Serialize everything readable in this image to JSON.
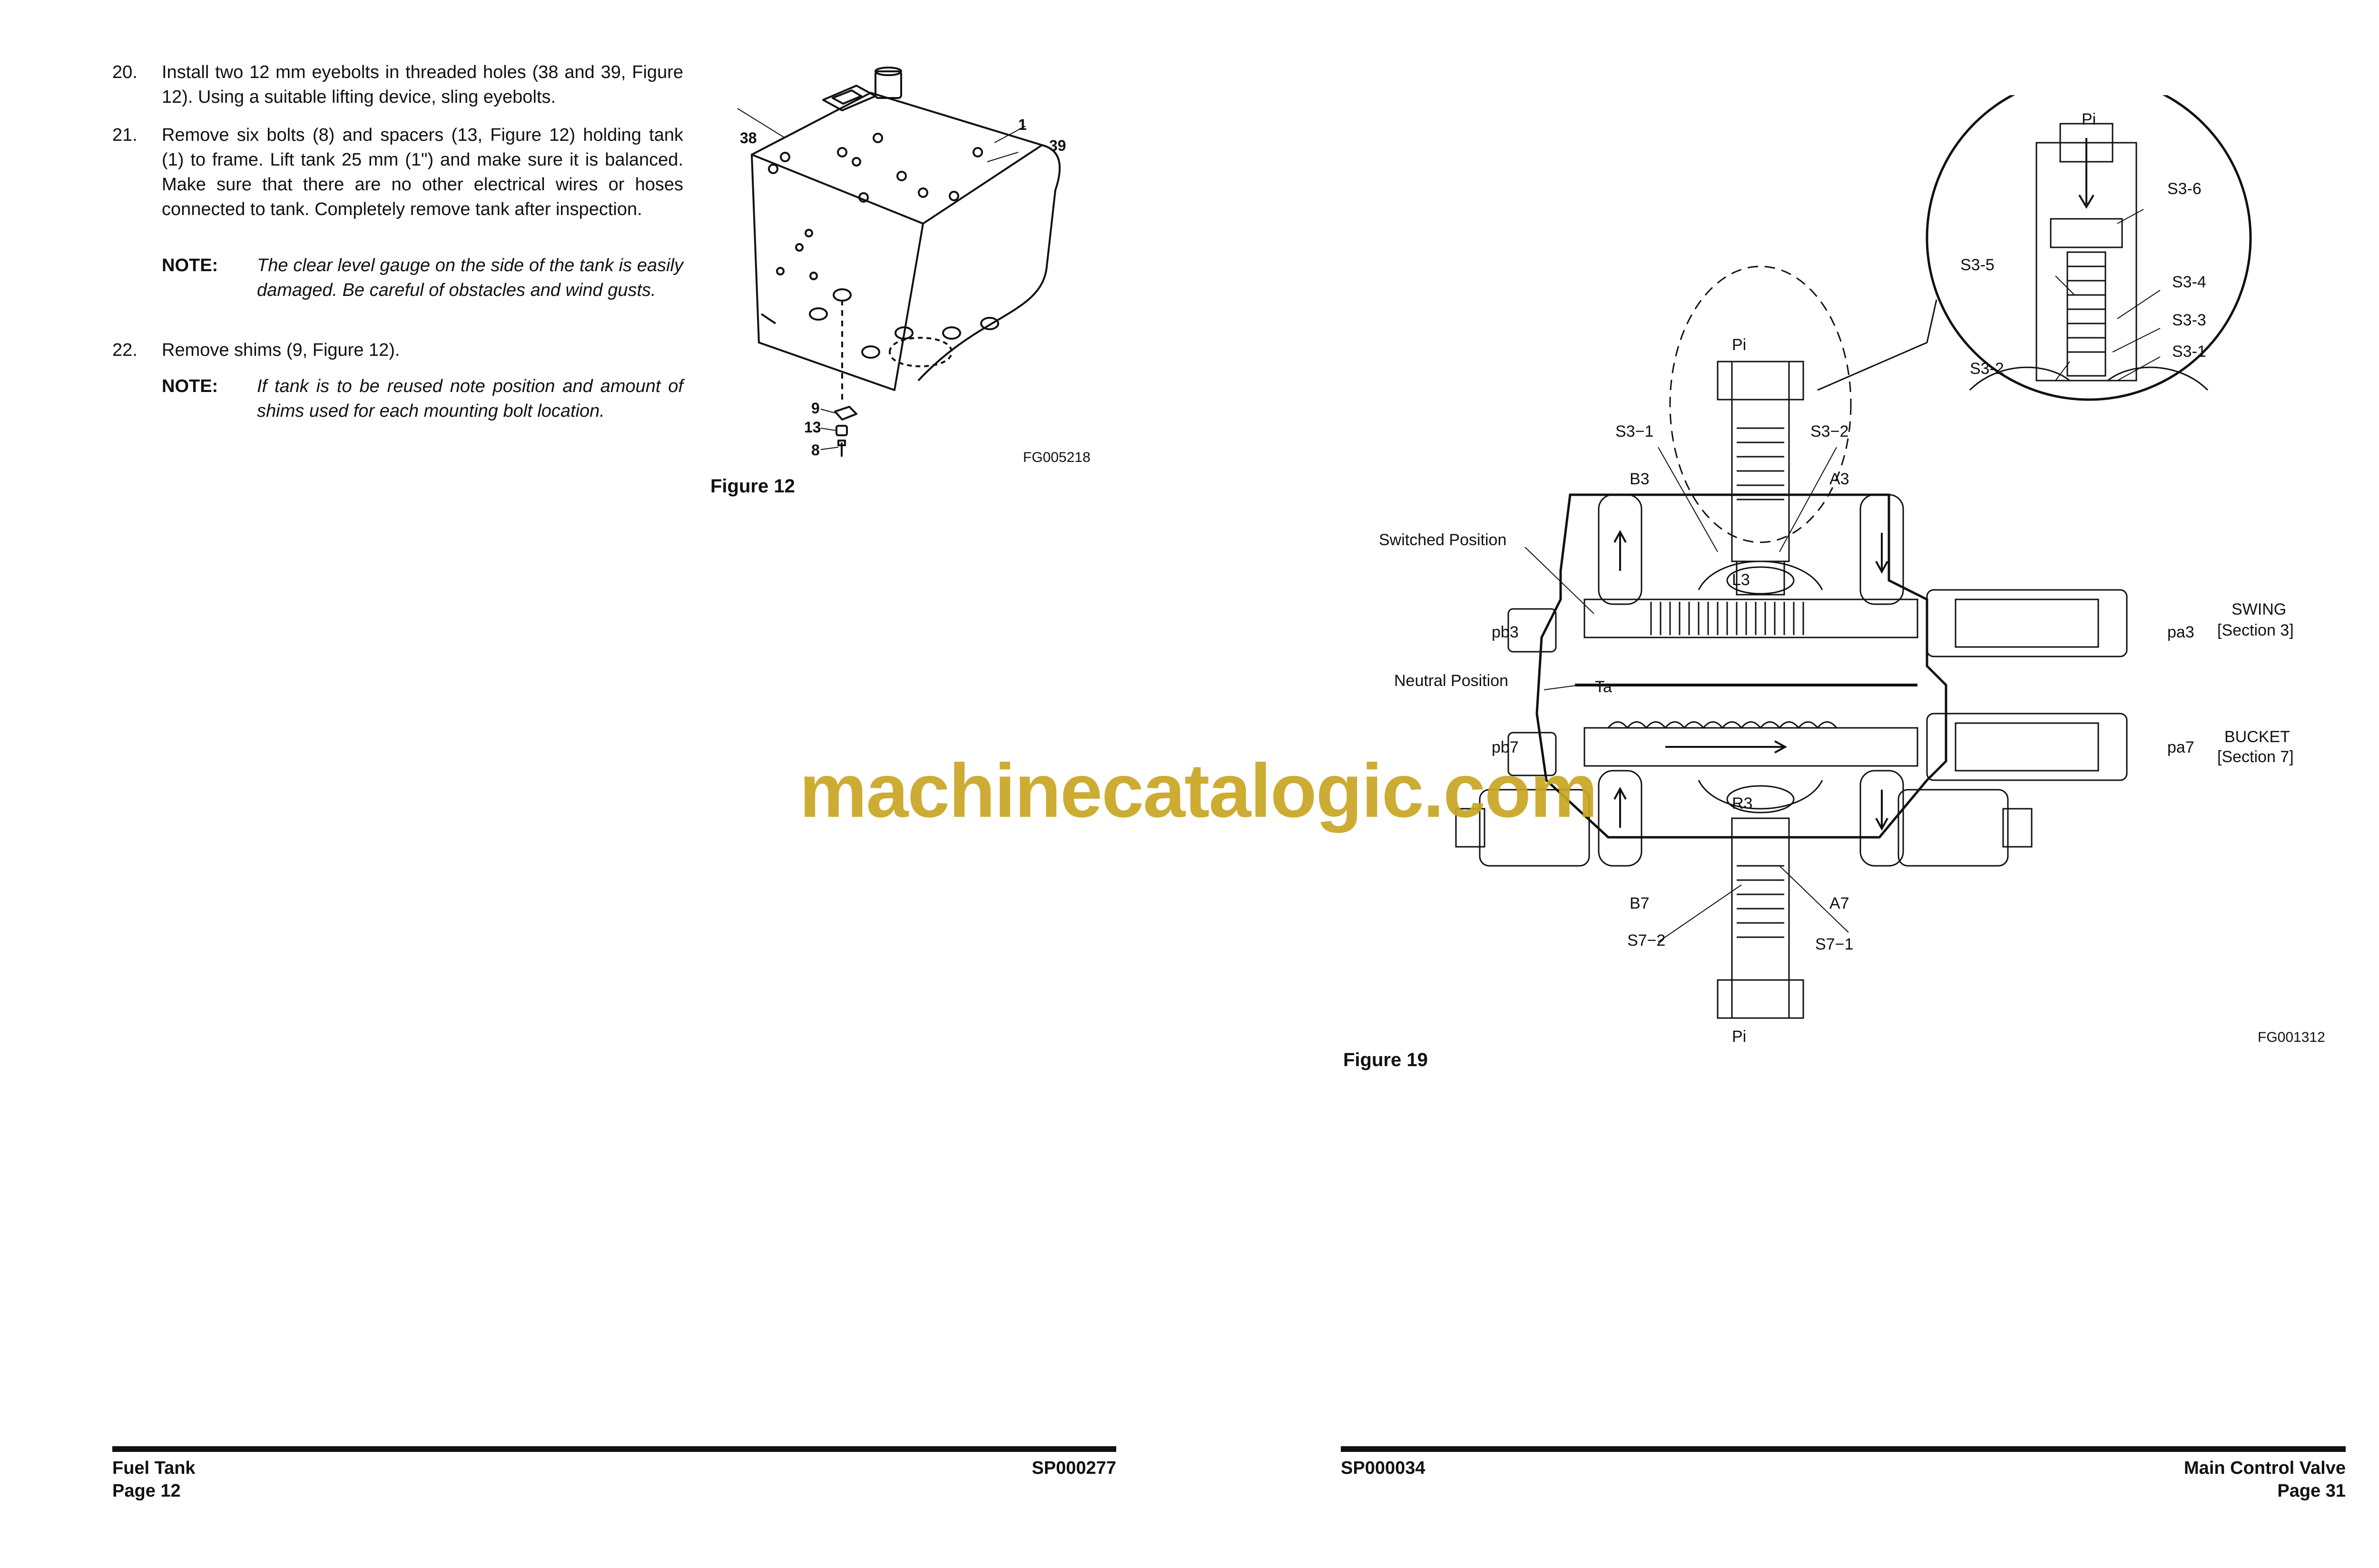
{
  "left_page": {
    "steps": [
      {
        "num": "20.",
        "text": "Install two 12 mm eyebolts in threaded holes (38 and 39, Figure 12). Using a suitable lifting device, sling eyebolts."
      },
      {
        "num": "21.",
        "text": "Remove six bolts (8) and spacers (13, Figure 12) holding tank (1) to frame. Lift tank 25 mm (1\") and make sure it is balanced. Make sure that there are no other electrical wires or hoses connected to tank. Completely remove tank after inspection."
      },
      {
        "num": "22.",
        "text": "Remove shims (9, Figure 12)."
      }
    ],
    "notes": [
      {
        "label": "NOTE:",
        "text": "The clear level gauge on the side of the tank is easily damaged. Be careful of obstacles and wind gusts."
      },
      {
        "label": "NOTE:",
        "text": "If tank is to be reused note position and amount of shims used for each mounting bolt location."
      }
    ],
    "figure": {
      "caption": "Figure 12",
      "code": "FG005218",
      "callouts": {
        "c38": "38",
        "c1": "1",
        "c39": "39",
        "c9": "9",
        "c13": "13",
        "c8": "8"
      }
    },
    "footer": {
      "title": "Fuel Tank",
      "page": "Page 12",
      "doc": "SP000277"
    }
  },
  "right_page": {
    "figure": {
      "caption": "Figure 19",
      "code": "FG001312",
      "labels": {
        "pi_top": "Pi",
        "pi_bottom": "Pi",
        "pi_detail": "Pi",
        "s3_6": "S3-6",
        "s3_5": "S3-5",
        "s3_4": "S3-4",
        "s3_3": "S3-3",
        "s3_2": "S3-2",
        "s3_1": "S3-1",
        "s3_1b": "S3−1",
        "s3_2b": "S3−2",
        "b3": "B3",
        "a3": "A3",
        "b7": "B7",
        "a7": "A7",
        "l3": "L3",
        "r3": "R3",
        "ta": "Ta",
        "pb3": "pb3",
        "pa3": "pa3",
        "pb7": "pb7",
        "pa7": "pa7",
        "s7_2": "S7−2",
        "s7_1": "S7−1",
        "switched": "Switched Position",
        "neutral": "Neutral Position",
        "swing": "SWING",
        "swing_sec": "[Section 3]",
        "bucket": "BUCKET",
        "bucket_sec": "[Section 7]"
      }
    },
    "footer": {
      "title": "Main Control Valve",
      "page": "Page 31",
      "doc": "SP000034"
    }
  },
  "watermark": "machinecatalogic.com"
}
